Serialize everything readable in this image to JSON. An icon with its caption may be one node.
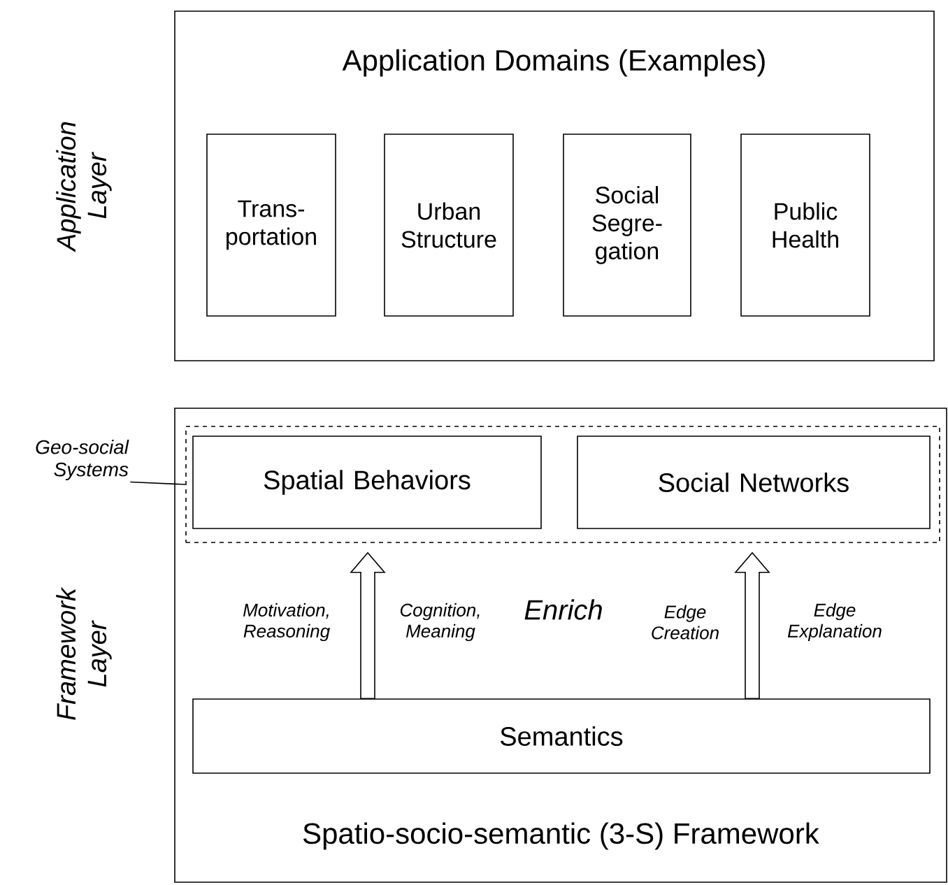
{
  "diagram": {
    "nodes": [
      {
        "text": [
          "Application Domains (Examples)"
        ],
        "beside": [
          "Application Layer"
        ]
      },
      {
        "text": [
          "Trans- portation"
        ],
        "in": 0
      },
      {
        "text": [
          "Urban Structure"
        ],
        "in": 0
      },
      {
        "text": [
          "Social Segre- gation"
        ],
        "in": 0
      },
      {
        "text": [
          "Public Health"
        ],
        "in": 0
      },
      {
        "text": [
          "Spatio-socio-semantic (3-S) Framework"
        ],
        "beside": [
          "Framework Layer"
        ]
      },
      {
        "text": [
          "Geo-social Systems"
        ]
      },
      {
        "text": [],
        "shape": "box",
        "in": 5
      },
      {
        "text": [
          "Spatial Behaviors"
        ],
        "in": 7
      },
      {
        "text": [
          "Social Networks"
        ],
        "in": 7
      },
      {
        "text": [
          "Semantics"
        ],
        "in": 5
      }
    ],
    "edges": [
      {
        "from": 6,
        "to": 7,
        "arrow": "none"
      },
      {
        "from": 10,
        "to": 8,
        "arrow": "to"
      },
      {
        "from": 10,
        "to": 9,
        "arrow": "to"
      }
    ],
    "labels": [
      "Motivation, Reasoning",
      "Cognition, Meaning",
      "Enrich",
      "Edge Creation",
      "Edge Explanation"
    ]
  }
}
